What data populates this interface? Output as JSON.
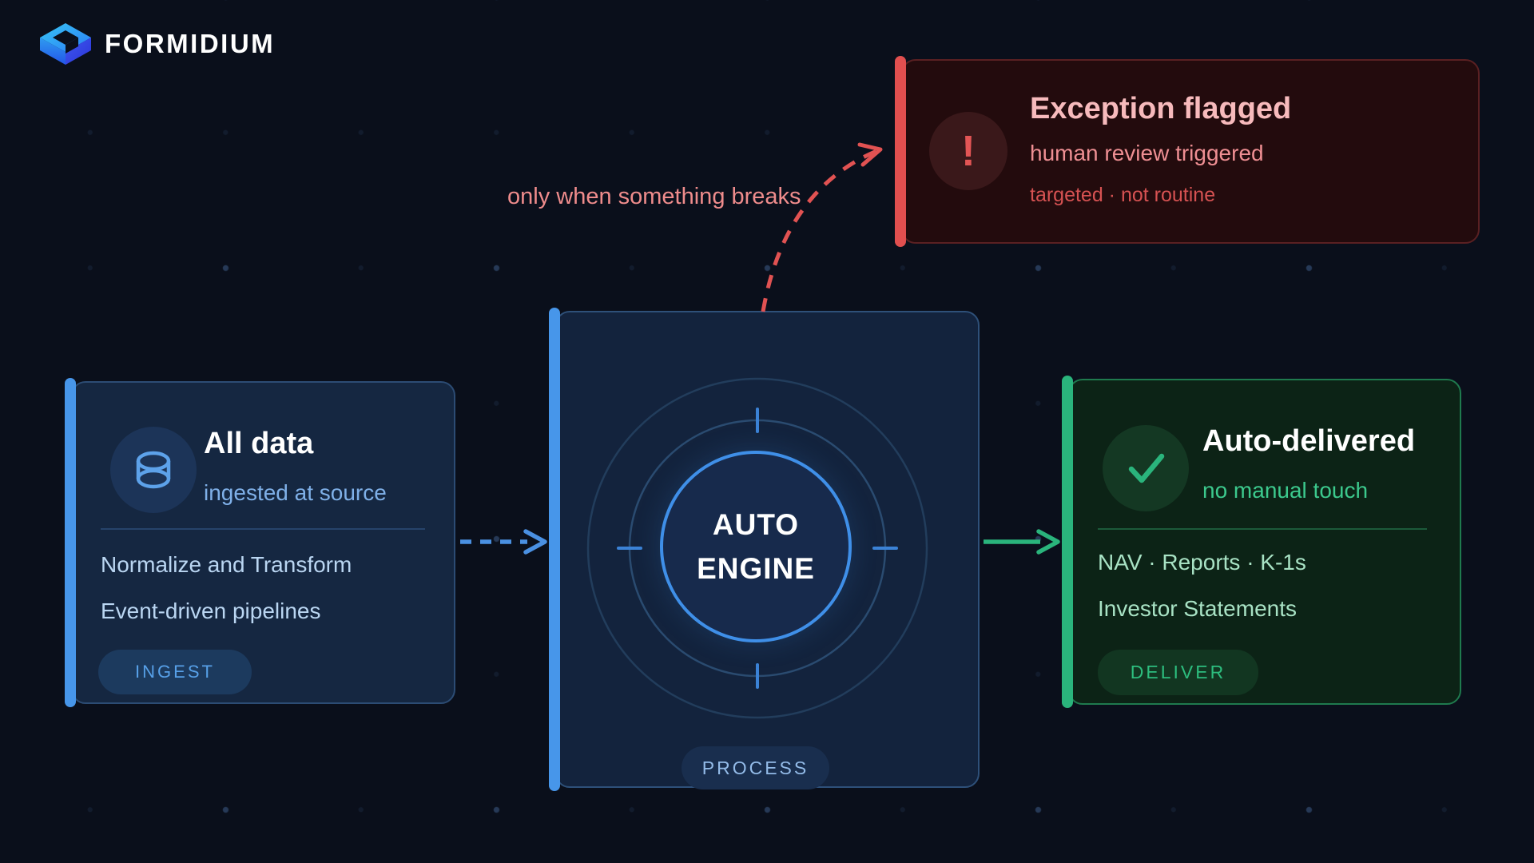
{
  "brand": {
    "name": "FORMIDIUM"
  },
  "note": {
    "text": "only when something breaks"
  },
  "cards": {
    "ingest": {
      "title": "All data",
      "subtitle": "ingested at source",
      "lines": [
        "Normalize and Transform",
        "Event-driven pipelines"
      ],
      "badge": "INGEST",
      "icon": "database-icon",
      "accent": "#4796ea"
    },
    "engine": {
      "title_line1": "AUTO",
      "title_line2": "ENGINE",
      "badge": "PROCESS",
      "accent": "#4796ea"
    },
    "deliver": {
      "title": "Auto-delivered",
      "subtitle": "no manual touch",
      "lines": [
        "NAV · Reports · K-1s",
        "Investor Statements"
      ],
      "badge": "DELIVER",
      "icon": "check-icon",
      "accent": "#2ab47c"
    },
    "exception": {
      "title": "Exception flagged",
      "subtitle": "human review triggered",
      "meta": "targeted · not routine",
      "icon_glyph": "!",
      "icon": "exclamation-icon",
      "accent": "#e14f4f"
    }
  },
  "colors": {
    "background": "#0a0f1b",
    "blue_accent": "#4796ea",
    "green_accent": "#2ab47c",
    "red_accent": "#e14f4f",
    "card_blue_bg": "#152741",
    "card_green_bg": "#0c2316",
    "card_red_bg": "#230b0d"
  }
}
